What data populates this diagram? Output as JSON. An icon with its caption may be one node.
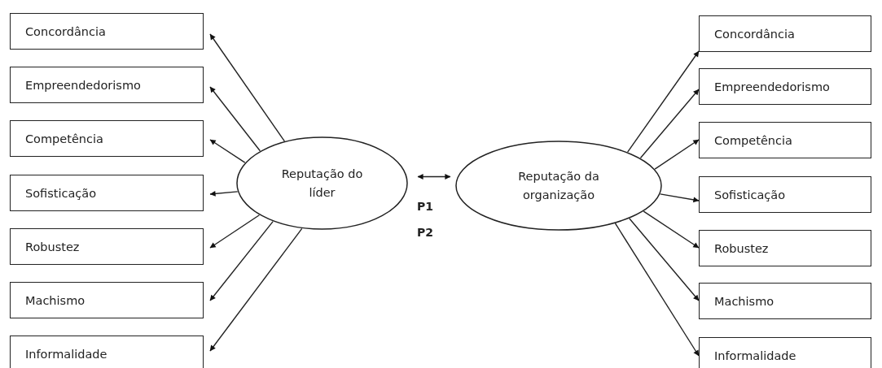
{
  "diagram": {
    "nodes": [
      {
        "text": [
          "Concordância"
        ]
      },
      {
        "text": [
          "Empreendedorismo"
        ]
      },
      {
        "text": [
          "Competência"
        ]
      },
      {
        "text": [
          "Sofisticação"
        ]
      },
      {
        "text": [
          "Robustez"
        ]
      },
      {
        "text": [
          "Machismo"
        ]
      },
      {
        "text": [
          "Informalidade"
        ]
      },
      {
        "text": [
          "Reputação do líder"
        ]
      },
      {
        "text": [
          "Reputação da organização"
        ]
      },
      {
        "text": [
          "Concordância"
        ]
      },
      {
        "text": [
          "Empreendedorismo"
        ]
      },
      {
        "text": [
          "Competência"
        ]
      },
      {
        "text": [
          "Sofisticação"
        ]
      },
      {
        "text": [
          "Robustez"
        ]
      },
      {
        "text": [
          "Machismo"
        ]
      },
      {
        "text": [
          "Informalidade"
        ]
      }
    ],
    "edges": [
      {
        "from": 7,
        "to": 0,
        "arrow": "to"
      },
      {
        "from": 7,
        "to": 1,
        "arrow": "to"
      },
      {
        "from": 7,
        "to": 2,
        "arrow": "to"
      },
      {
        "from": 7,
        "to": 3,
        "arrow": "to"
      },
      {
        "from": 7,
        "to": 4,
        "arrow": "to"
      },
      {
        "from": 7,
        "to": 5,
        "arrow": "to"
      },
      {
        "from": 7,
        "to": 6,
        "arrow": "to"
      },
      {
        "from": 8,
        "to": 9,
        "arrow": "to"
      },
      {
        "from": 8,
        "to": 10,
        "arrow": "to"
      },
      {
        "from": 8,
        "to": 11,
        "arrow": "to"
      },
      {
        "from": 8,
        "to": 12,
        "arrow": "to"
      },
      {
        "from": 8,
        "to": 13,
        "arrow": "to"
      },
      {
        "from": 8,
        "to": 14,
        "arrow": "to"
      },
      {
        "from": 8,
        "to": 15,
        "arrow": "to"
      },
      {
        "from": 7,
        "to": 8,
        "arrow": "both"
      }
    ],
    "labels": [
      "P1",
      "P2"
    ]
  }
}
